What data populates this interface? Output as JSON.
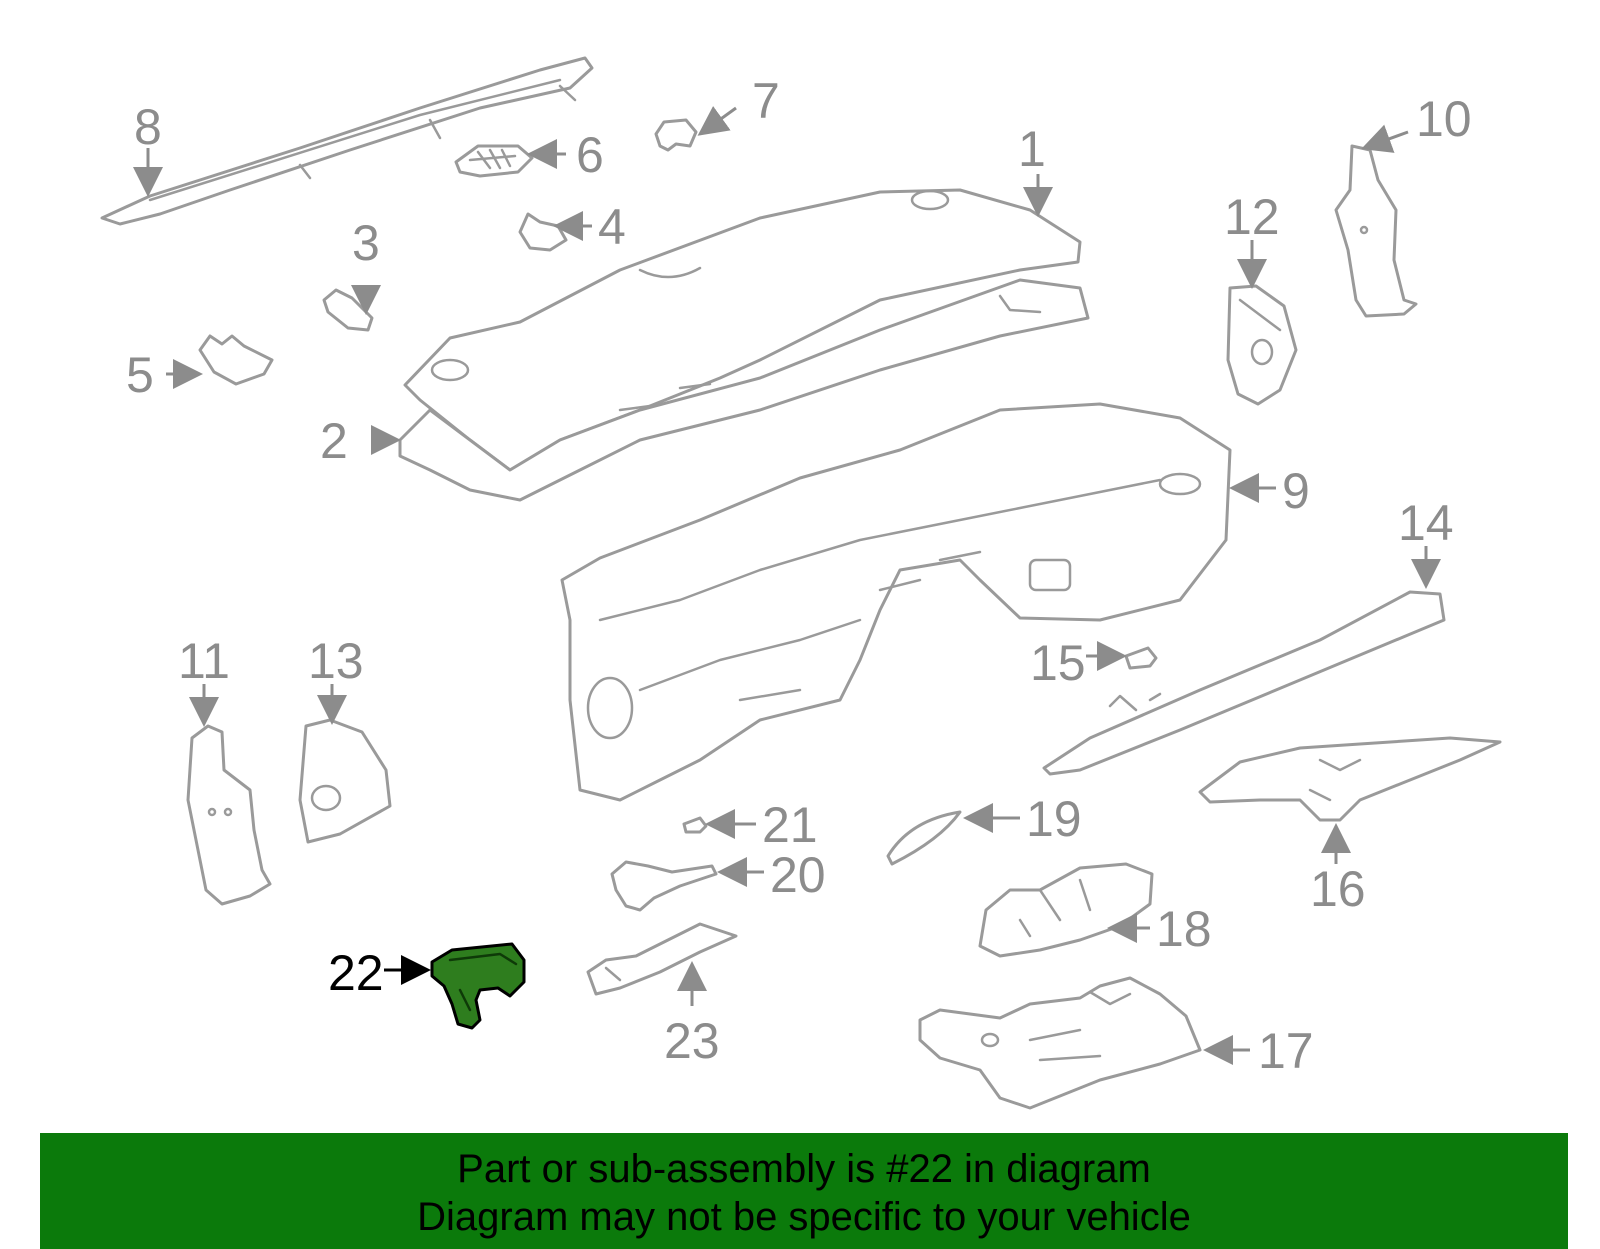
{
  "diagram": {
    "callouts": [
      "1",
      "2",
      "3",
      "4",
      "5",
      "6",
      "7",
      "8",
      "9",
      "10",
      "11",
      "12",
      "13",
      "14",
      "15",
      "16",
      "17",
      "18",
      "19",
      "20",
      "21",
      "22",
      "23"
    ],
    "highlighted_part": "22",
    "highlight_color": "#2e7d1e",
    "line_color": "#9a9a9a"
  },
  "banner": {
    "line1": "Part or sub-assembly is #22 in diagram",
    "line2": "Diagram may not be specific to your vehicle",
    "background": "#0b7a0b"
  }
}
